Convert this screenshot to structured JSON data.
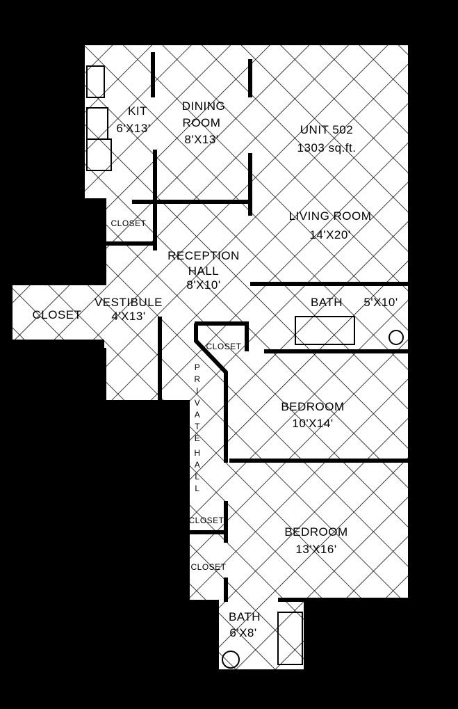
{
  "plan": {
    "unit": {
      "name": "UNIT 502",
      "area": "1303 sq.ft."
    },
    "rooms": [
      {
        "id": "kitchen",
        "name": "KIT",
        "size": "6'X13'"
      },
      {
        "id": "dining",
        "name": "DINING",
        "name2": "ROOM",
        "size": "8'X13'"
      },
      {
        "id": "living",
        "name": "LIVING ROOM",
        "size": "14'X20'"
      },
      {
        "id": "reception",
        "name": "RECEPTION",
        "name2": "HALL",
        "size": "8'X10'"
      },
      {
        "id": "vestibule",
        "name": "VESTIBULE",
        "size": "4'X13'"
      },
      {
        "id": "bath1",
        "name": "BATH",
        "size": "5'X10'"
      },
      {
        "id": "bedroom1",
        "name": "BEDROOM",
        "size": "10'X14'"
      },
      {
        "id": "bedroom2",
        "name": "BEDROOM",
        "size": "13'X16'"
      },
      {
        "id": "bath2",
        "name": "BATH",
        "size": "6'X8'"
      }
    ],
    "closets": [
      "CLOSET",
      "CLOSET",
      "CLOSET",
      "CLOSET",
      "CLOSET"
    ],
    "private_hall": [
      "P",
      "R",
      "I",
      "V",
      "A",
      "T",
      "E",
      "H",
      "A",
      "L",
      "L"
    ],
    "colors": {
      "background": "#000000",
      "floor": "#ffffff",
      "lines": "#000000"
    }
  }
}
